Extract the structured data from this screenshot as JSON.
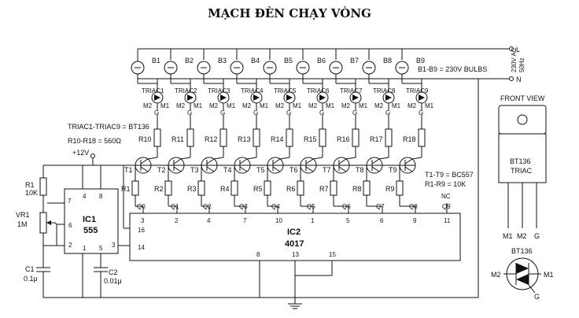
{
  "title": "MẠCH ĐÈN CHẠY VÒNG",
  "supply": {
    "L": "L",
    "N": "N",
    "ac_line1": "230V AC",
    "ac_line2": "50Hz",
    "vcc": "+12V"
  },
  "bulbs": [
    "B1",
    "B2",
    "B3",
    "B4",
    "B5",
    "B6",
    "B7",
    "B8",
    "B9"
  ],
  "bulbs_note": "B1-B9 = 230V BULBS",
  "triacs": [
    "TRIAC1",
    "TRIAC2",
    "TRIAC3",
    "TRIAC4",
    "TRIAC5",
    "TRIAC6",
    "TRIAC7",
    "TRIAC8",
    "TRIAC9"
  ],
  "triac_pins": {
    "m1": "M1",
    "m2": "M2",
    "g": "G"
  },
  "triac_note": "TRIAC1-TRIAC9 = BT136",
  "r_top_note": "R10-R18 = 560Ω",
  "r_top": [
    "R10",
    "R11",
    "R12",
    "R13",
    "R14",
    "R15",
    "R16",
    "R17",
    "R18"
  ],
  "transistors": [
    "T1",
    "T2",
    "T3",
    "T4",
    "T5",
    "T6",
    "T7",
    "T8",
    "T9"
  ],
  "r_base": [
    "R1",
    "R2",
    "R3",
    "R4",
    "R5",
    "R6",
    "R7",
    "R8",
    "R9"
  ],
  "transistor_note": "T1-T9 = BC557",
  "r_base_note": "R1-R9 = 10K",
  "q_outputs": [
    "Q0",
    "Q1",
    "Q2",
    "Q3",
    "Q4",
    "Q5",
    "Q6",
    "Q7",
    "Q8",
    "Q9"
  ],
  "q_pins": [
    "3",
    "2",
    "4",
    "7",
    "10",
    "1",
    "5",
    "6",
    "9",
    "11"
  ],
  "nc": "NC",
  "ic1": {
    "name": "IC1",
    "part": "555",
    "pins": [
      "7",
      "4",
      "8",
      "6",
      "2",
      "1",
      "5",
      "3"
    ]
  },
  "ic2": {
    "name": "IC2",
    "part": "4017",
    "pins_left": [
      "16",
      "14"
    ],
    "pins_bottom": [
      "8",
      "13",
      "15"
    ]
  },
  "timing": {
    "r1": "R1",
    "r1v": "10K",
    "vr1": "VR1",
    "vr1v": "1M",
    "c1": "C1",
    "c1v": "0.1μ",
    "c2": "C2",
    "c2v": "0.01μ"
  },
  "front_view": {
    "title": "FRONT VIEW",
    "part": "BT136",
    "type": "TRIAC",
    "pins": [
      "M1",
      "M2",
      "G"
    ]
  },
  "symbol": {
    "part": "BT136",
    "m2": "M2",
    "m1": "M1",
    "g": "G"
  }
}
